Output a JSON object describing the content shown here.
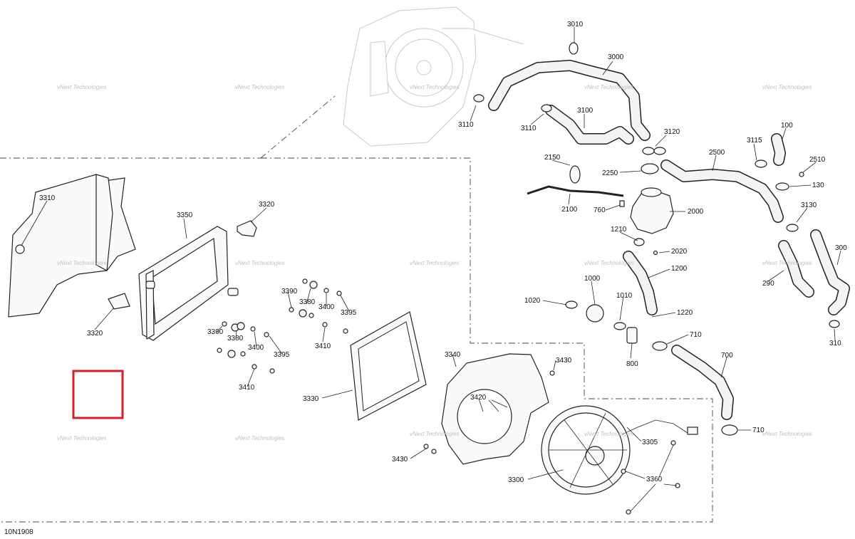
{
  "figure_code": "10N1908",
  "watermark": "vNext Technologies",
  "highlight_color": "#d32027",
  "callouts": [
    {
      "id": "c3010",
      "label": "3010"
    },
    {
      "id": "c3000",
      "label": "3000"
    },
    {
      "id": "c3100",
      "label": "3100"
    },
    {
      "id": "c3110a",
      "label": "3110"
    },
    {
      "id": "c3110b",
      "label": "3110"
    },
    {
      "id": "c3120",
      "label": "3120"
    },
    {
      "id": "c2150",
      "label": "2150"
    },
    {
      "id": "c2250",
      "label": "2250"
    },
    {
      "id": "c2500",
      "label": "2500"
    },
    {
      "id": "c3115",
      "label": "3115"
    },
    {
      "id": "c100",
      "label": "100"
    },
    {
      "id": "c2510",
      "label": "2510"
    },
    {
      "id": "c130",
      "label": "130"
    },
    {
      "id": "c2100",
      "label": "2100"
    },
    {
      "id": "c760",
      "label": "760"
    },
    {
      "id": "c2000",
      "label": "2000"
    },
    {
      "id": "c3130",
      "label": "3130"
    },
    {
      "id": "c1210",
      "label": "1210"
    },
    {
      "id": "c2020",
      "label": "2020"
    },
    {
      "id": "c300",
      "label": "300"
    },
    {
      "id": "c1200",
      "label": "1200"
    },
    {
      "id": "c290",
      "label": "290"
    },
    {
      "id": "c1020",
      "label": "1020"
    },
    {
      "id": "c1000",
      "label": "1000"
    },
    {
      "id": "c1010",
      "label": "1010"
    },
    {
      "id": "c1220",
      "label": "1220"
    },
    {
      "id": "c710a",
      "label": "710"
    },
    {
      "id": "c800",
      "label": "800"
    },
    {
      "id": "c700",
      "label": "700"
    },
    {
      "id": "c310",
      "label": "310"
    },
    {
      "id": "c710b",
      "label": "710"
    },
    {
      "id": "c3310",
      "label": "3310"
    },
    {
      "id": "c3350",
      "label": "3350"
    },
    {
      "id": "c3320a",
      "label": "3320"
    },
    {
      "id": "c3320b",
      "label": "3320"
    },
    {
      "id": "c3390a",
      "label": "3390"
    },
    {
      "id": "c3380a",
      "label": "3380"
    },
    {
      "id": "c3400a",
      "label": "3400"
    },
    {
      "id": "c3395a",
      "label": "3395"
    },
    {
      "id": "c3410a",
      "label": "3410"
    },
    {
      "id": "c3390b",
      "label": "3390"
    },
    {
      "id": "c3380b",
      "label": "3380"
    },
    {
      "id": "c3400b",
      "label": "3400"
    },
    {
      "id": "c3395b",
      "label": "3395"
    },
    {
      "id": "c3410b",
      "label": "3410"
    },
    {
      "id": "c3330",
      "label": "3330"
    },
    {
      "id": "c3340",
      "label": "3340"
    },
    {
      "id": "c3430a",
      "label": "3430"
    },
    {
      "id": "c3420",
      "label": "3420"
    },
    {
      "id": "c3430b",
      "label": "3430"
    },
    {
      "id": "c3305",
      "label": "3305"
    },
    {
      "id": "c3300",
      "label": "3300"
    },
    {
      "id": "c3360",
      "label": "3360"
    }
  ]
}
